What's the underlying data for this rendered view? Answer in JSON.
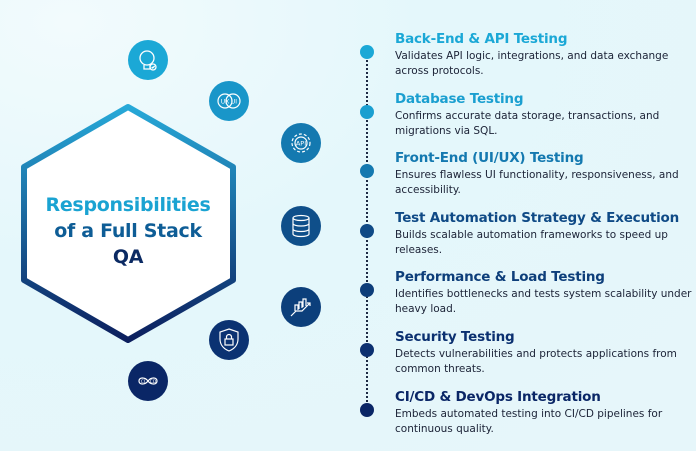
{
  "title": {
    "line1": "Responsibilities",
    "line2": "of a Full Stack",
    "line3": "QA"
  },
  "icons": [
    {
      "name": "puzzle-bulb-icon",
      "color": "#1ba8d6"
    },
    {
      "name": "ux-ui-icon",
      "color": "#1996c9",
      "label_a": "UX",
      "label_b": "UI"
    },
    {
      "name": "api-gear-icon",
      "color": "#1479b0",
      "label": "API"
    },
    {
      "name": "database-icon",
      "color": "#0f4f8a"
    },
    {
      "name": "growth-chart-icon",
      "color": "#0c3f7b"
    },
    {
      "name": "security-shield-icon",
      "color": "#0b3272"
    },
    {
      "name": "ci-cd-icon",
      "color": "#0a2666",
      "label_a": "CI",
      "label_b": "CD"
    }
  ],
  "items": [
    {
      "title": "Back-End & API Testing",
      "desc": "Validates API logic, integrations, and data exchange across protocols.",
      "color": "#1ba8d6"
    },
    {
      "title": "Database Testing",
      "desc": "Confirms accurate data storage, transactions, and migrations via SQL.",
      "color": "#1a9fd0"
    },
    {
      "title": "Front-End (UI/UX) Testing",
      "desc": "Ensures flawless UI functionality, responsiveness, and accessibility.",
      "color": "#1479b0"
    },
    {
      "title": "Test Automation Strategy & Execution",
      "desc": "Builds scalable automation frameworks to speed up releases.",
      "color": "#0f4a86"
    },
    {
      "title": "Performance & Load Testing",
      "desc": "Identifies bottlenecks and tests system scalability under heavy load.",
      "color": "#0d3e7a"
    },
    {
      "title": "Security Testing",
      "desc": "Detects vulnerabilities and protects applications from common threats.",
      "color": "#0b3070"
    },
    {
      "title": "CI/CD & DevOps Integration",
      "desc": "Embeds automated testing into CI/CD pipelines for continuous quality.",
      "color": "#0a2666"
    }
  ]
}
